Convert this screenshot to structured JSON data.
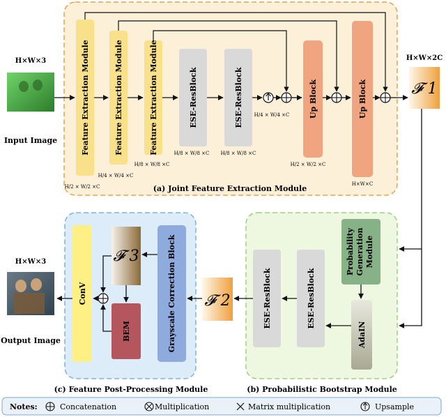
{
  "dims": {
    "input": "H×W×3",
    "output": "H×W×3",
    "f1": "H×W×2C",
    "d_fem1": "H/2 × W/2 ×C",
    "d_fem2": "H/4 × W/4 ×C",
    "d_fem3": "H/8 × W/8 ×C",
    "d_ese1": "H/8 × W/8 ×C",
    "d_ese2": "H/8 × W/8 ×C",
    "d_up": "H/4 × W/4 ×C",
    "d_up1": "H/2 × W/2 ×C",
    "d_up2": "H×W×C"
  },
  "labels": {
    "input_image": "Input Image",
    "output_image": "Output Image",
    "fem": "Feature Extraction Module",
    "ese": "ESE-ResBlock",
    "up": "Up Block",
    "f1": "𝓕 1",
    "f2": "𝓕 2",
    "f3": "𝓕 3",
    "prob_gen": [
      "Probability",
      "Generation",
      "Module"
    ],
    "adain": "AdaIN",
    "gray": "Grayscale Correction Block",
    "bem": "BEM",
    "conv": "ConV"
  },
  "modules": {
    "a": "(a) Joint Feature Extraction Module",
    "b": "(b) Probabilistic Bootstrap Module",
    "c": "(c) Feature Post-Processing Module"
  },
  "notes": {
    "title": "Notes:",
    "concat": "Concatenation",
    "mult": "Multiplication",
    "matmul": "Matrix multiplication",
    "upsample": "Upsample"
  },
  "colors": {
    "fem": "#f9e08a",
    "ese": "#d9d9d9",
    "up": "#f0a47f",
    "panel_a": "#fdf0d8",
    "panel_b": "#eef7df",
    "panel_c": "#dcecf8",
    "adain": "#bfbfae",
    "prob": "#87b187",
    "gray": "#8faadc",
    "bem": "#b5565f",
    "conv": "#fff085"
  }
}
